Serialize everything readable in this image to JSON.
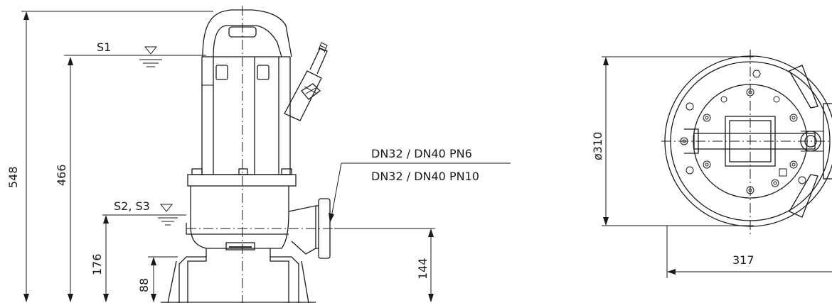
{
  "drawing": {
    "side_view": {
      "dim_total_height": "548",
      "dim_s1_height": "466",
      "dim_s2_height": "176",
      "dim_foot_height": "88",
      "dim_outlet_height": "144",
      "level_s1": "S1",
      "level_s2_s3": "S2, S3",
      "flange_label_1": "DN32 / DN40 PN6",
      "flange_label_2": "DN32 / DN40 PN10"
    },
    "top_view": {
      "dim_diameter": "ø310",
      "dim_width": "317"
    }
  }
}
